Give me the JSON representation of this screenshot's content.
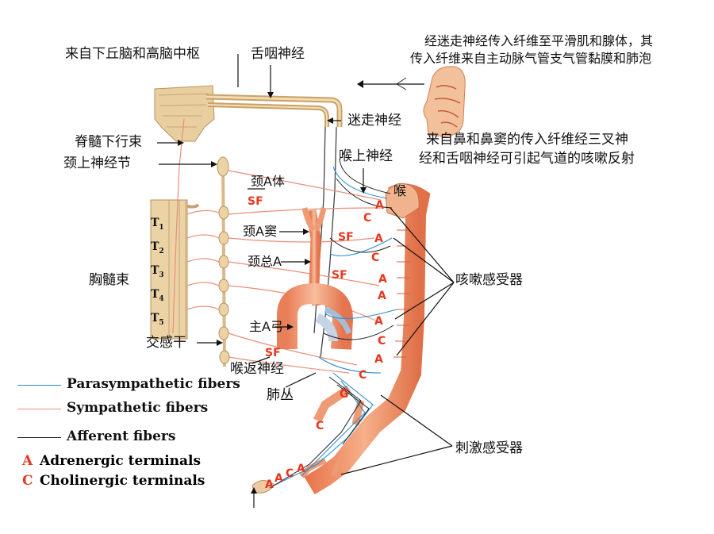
{
  "labels": {
    "from_hypothalamus": "来自下丘脑和高脑中枢",
    "glossopharyngeal": "舌咽神经",
    "vagus_afferent_line1": "经迷走神经传入纤维至平滑肌和腺体，其",
    "vagus_afferent_line2": "传入纤维来自主动脉气管支气管黏膜和肺泡",
    "vagus": "迷走神经",
    "spinal_tract": "脊髓下行束",
    "nose_line1": "来自鼻和鼻窦的传入纤维经三叉神",
    "nose_line2": "经和舌咽神经可引起气道的咳嗽反射",
    "superior_laryngeal": "喉上神经",
    "superior_cervical_ganglion": "颈上神经节",
    "carotid_body": "颈A体",
    "larynx": "喉",
    "carotid_sinus": "颈A窦",
    "common_carotid": "颈总A",
    "thoracic_cord": "胸髓束",
    "cough_receptor": "咳嗽感受器",
    "aortic_arch": "主A弓",
    "sympathetic_trunk": "交感干",
    "recurrent_laryngeal": "喉返神经",
    "pulmonary_plexus": "肺丛",
    "irritant_receptor": "刺激感受器"
  },
  "segments": [
    "T1",
    "T2",
    "T3",
    "T4",
    "T5"
  ],
  "terminals": {
    "sf": "SF",
    "a": "A",
    "c": "C",
    "g": "G"
  },
  "legend": {
    "parasympathetic": "Parasympathetic fibers",
    "sympathetic": "Sympathetic fibers",
    "afferent": "Afferent fibers",
    "adrenergic_key": "A",
    "adrenergic": "Adrenergic terminals",
    "cholinergic_key": "C",
    "cholinergic": "Cholinergic terminals"
  },
  "colors": {
    "parasympathetic": "#2a8fd0",
    "sympathetic": "#e98e7a",
    "afferent": "#222222",
    "terminal_mark": "#e8361e",
    "tissue": "#f0a27c",
    "spinal": "#e8cfa5"
  }
}
